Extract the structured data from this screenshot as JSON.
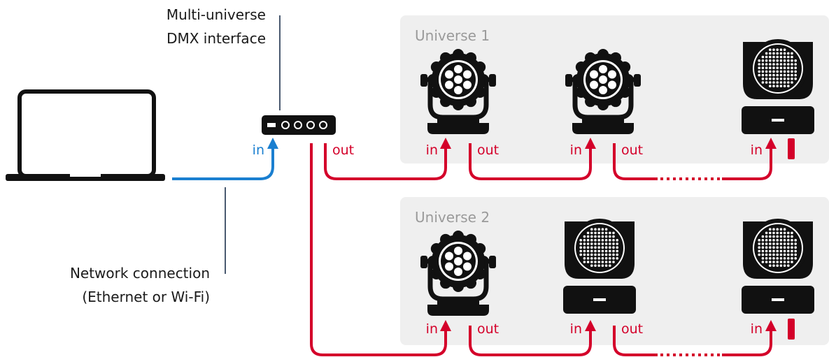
{
  "labels": {
    "interface_line1": "Multi-universe",
    "interface_line2": "DMX interface",
    "network_line1": "Network connection",
    "network_line2": "(Ethernet or Wi-Fi)",
    "interface_in": "in",
    "interface_out": "out"
  },
  "universes": [
    {
      "name": "Universe 1",
      "fixtures": [
        {
          "type": "par",
          "in": "in",
          "out": "out"
        },
        {
          "type": "par",
          "in": "in",
          "out": "out"
        },
        {
          "type": "moving-head",
          "in": "in"
        }
      ]
    },
    {
      "name": "Universe 2",
      "fixtures": [
        {
          "type": "par",
          "in": "in",
          "out": "out"
        },
        {
          "type": "moving-head",
          "in": "in",
          "out": "out"
        },
        {
          "type": "moving-head",
          "in": "in"
        }
      ]
    }
  ],
  "colors": {
    "dmx_cable": "#d4002a",
    "network_cable": "#1a7fd0",
    "universe_panel": "#efefef",
    "device": "#111111"
  }
}
